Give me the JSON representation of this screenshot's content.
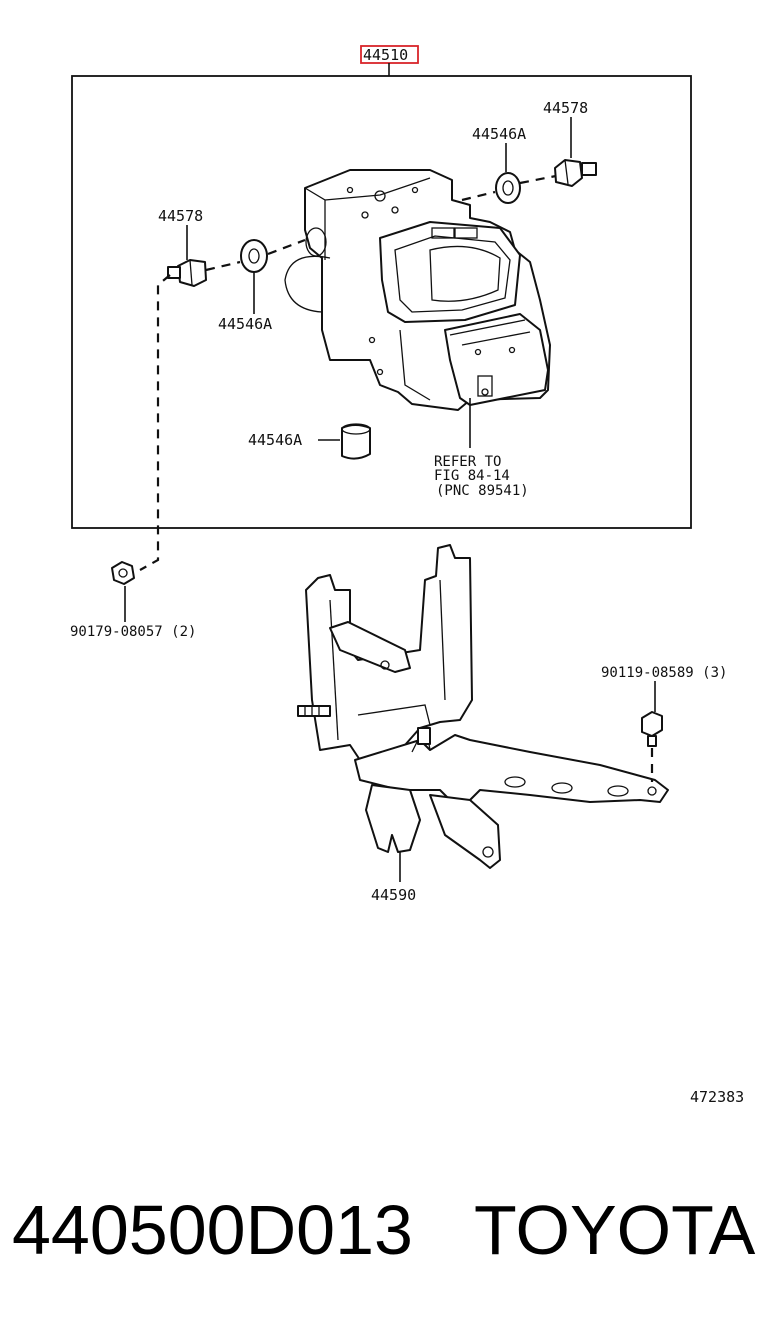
{
  "labels": {
    "assembly": "44510",
    "bolt_top_right": "44578",
    "cushion_top_right": "44546A",
    "bolt_left": "44578",
    "cushion_left": "44546A",
    "cushion_bottom": "44546A",
    "refer_line1": "REFER TO",
    "refer_line2": "FIG 84-14",
    "refer_line3": "(PNC 89541)",
    "nut_left": "90179-08057 (2)",
    "bolt_right": "90119-08589 (3)",
    "bracket": "44590",
    "illustration_code": "472383"
  },
  "footer": {
    "part_number": "440500D013",
    "brand": "TOYOTA"
  },
  "colors": {
    "highlight_box": "#d9242a",
    "line": "#111111",
    "background": "#ffffff"
  }
}
